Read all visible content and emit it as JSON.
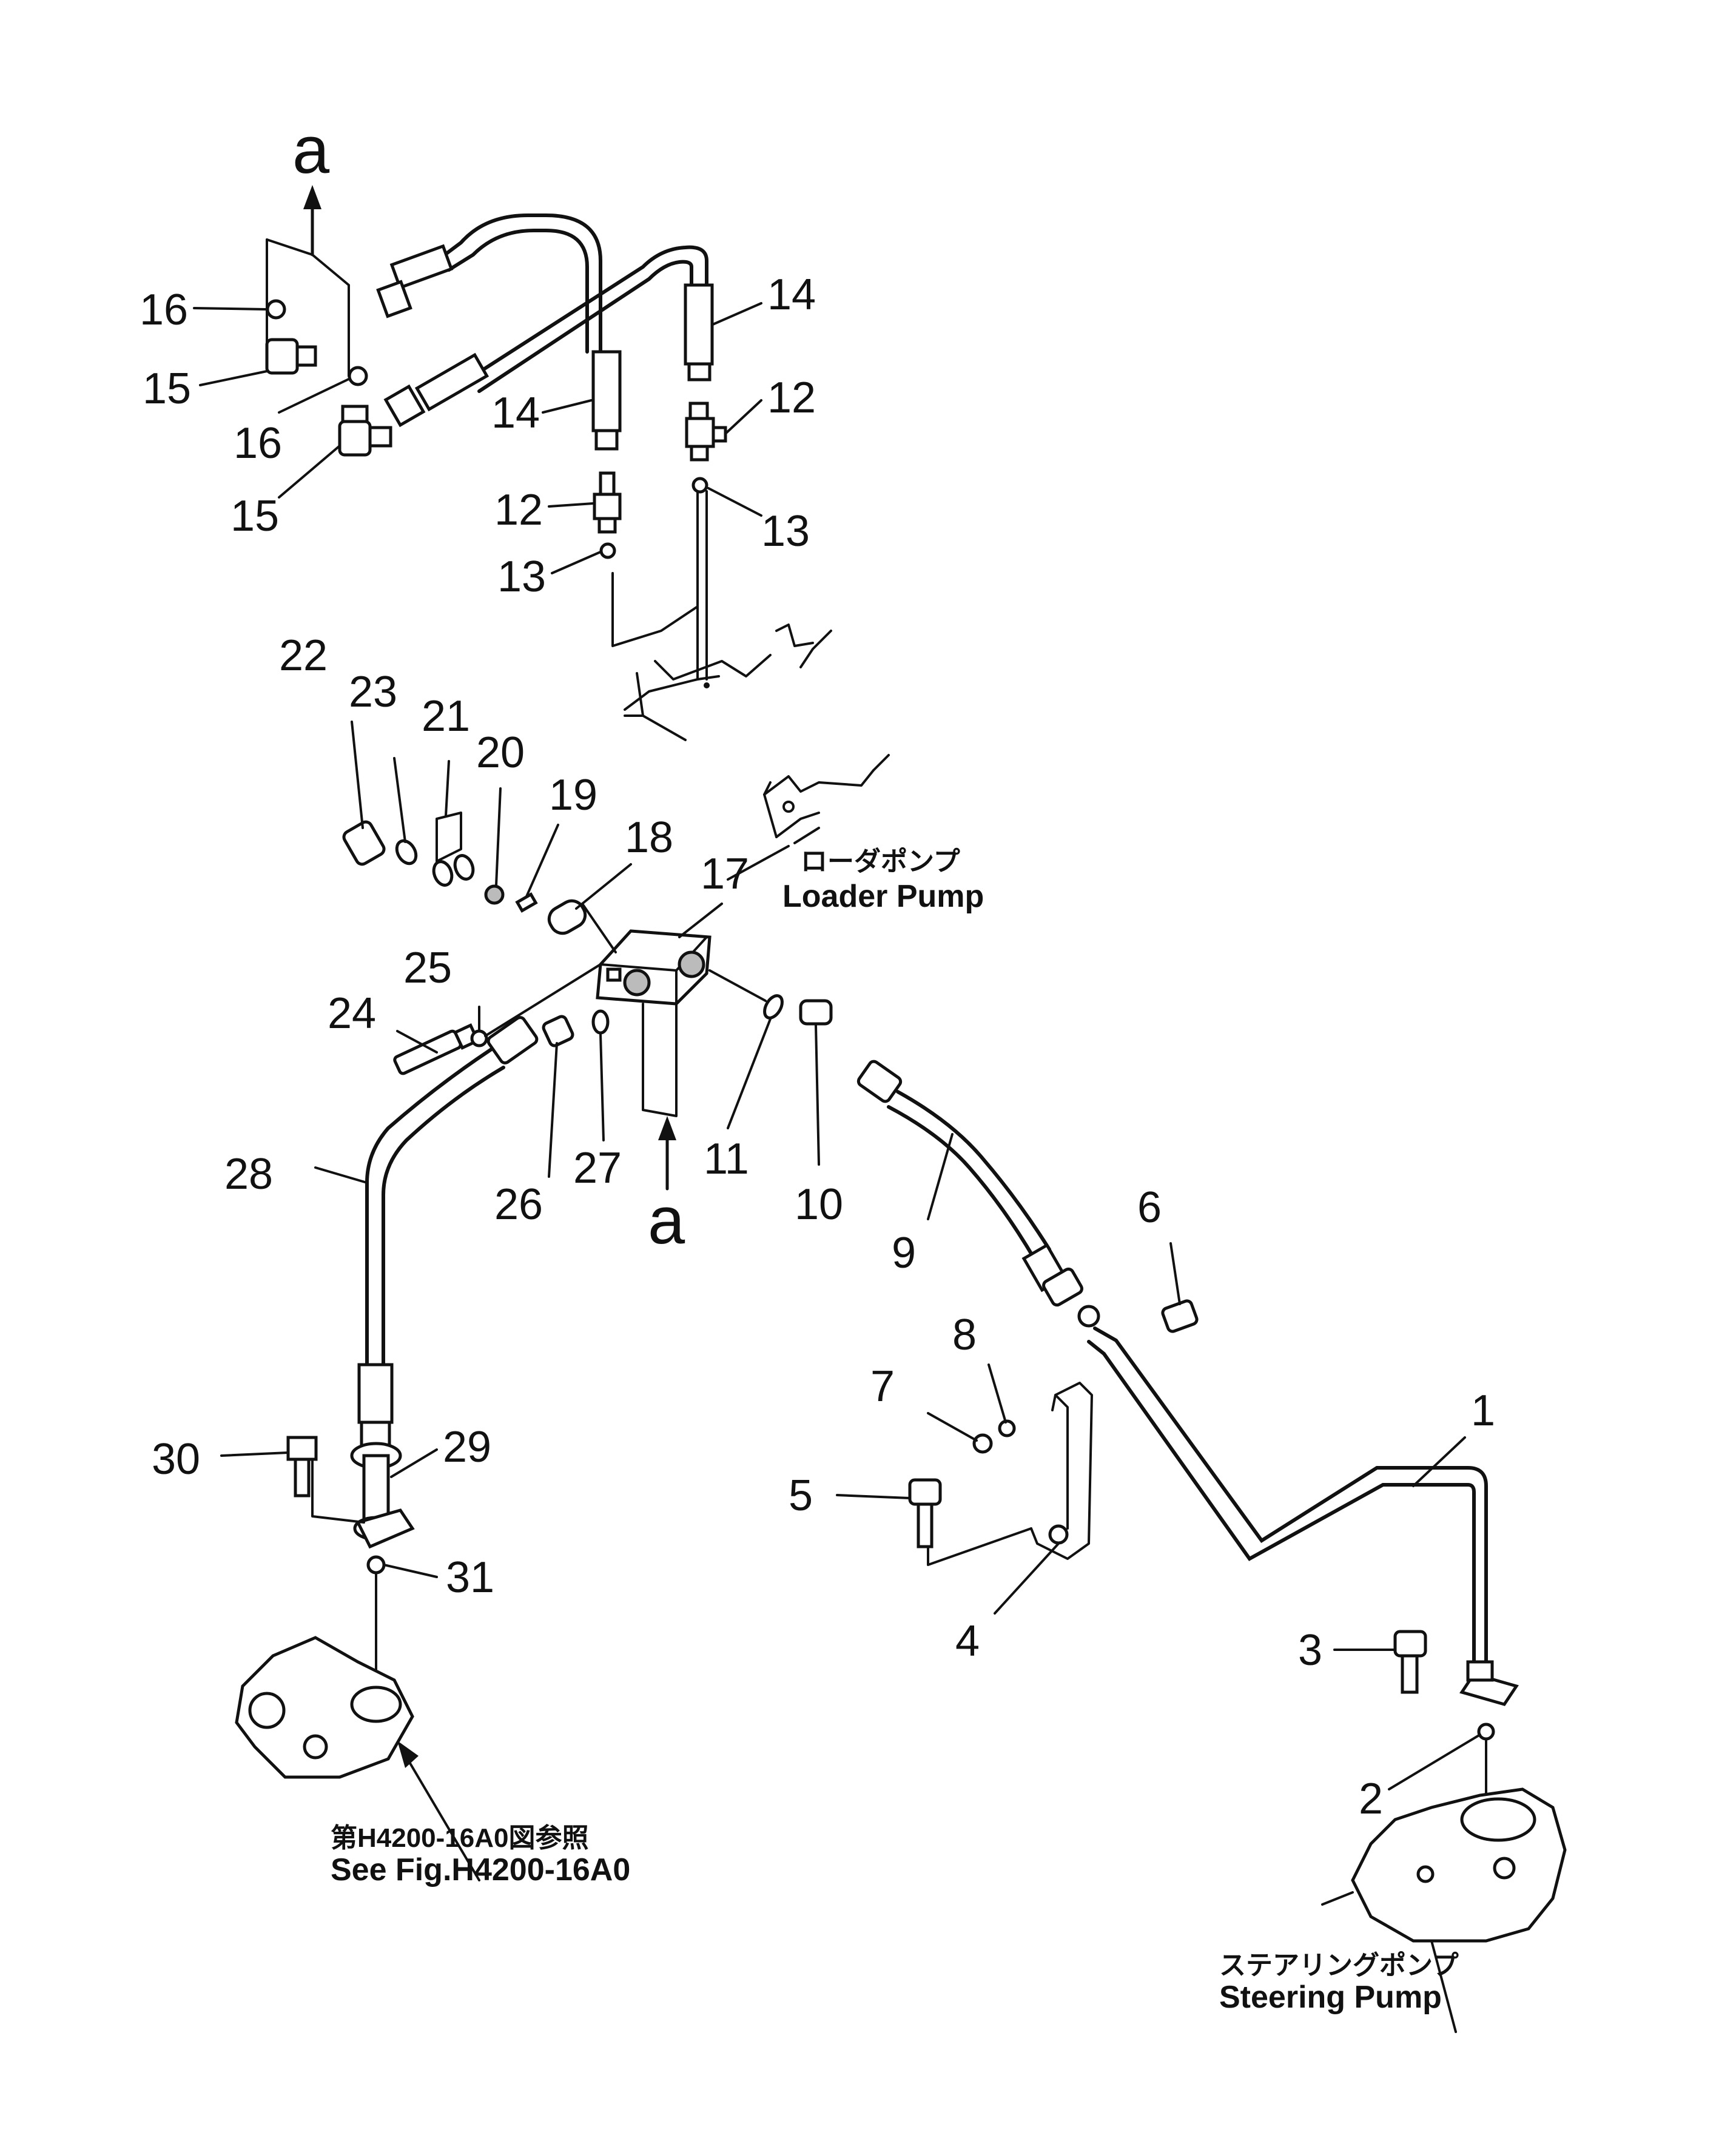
{
  "callouts": {
    "p1": "1",
    "p2": "2",
    "p3": "3",
    "p4": "4",
    "p5": "5",
    "p6": "6",
    "p7": "7",
    "p8": "8",
    "p9": "9",
    "p10": "10",
    "p11": "11",
    "p12a": "12",
    "p12b": "12",
    "p13a": "13",
    "p13b": "13",
    "p14a": "14",
    "p14b": "14",
    "p15a": "15",
    "p15b": "15",
    "p16a": "16",
    "p16b": "16",
    "p17": "17",
    "p18": "18",
    "p19": "19",
    "p20": "20",
    "p21": "21",
    "p22": "22",
    "p23": "23",
    "p24": "24",
    "p25": "25",
    "p26": "26",
    "p27": "27",
    "p28": "28",
    "p29": "29",
    "p30": "30",
    "p31": "31"
  },
  "connectors": {
    "a_top": "a",
    "a_mid": "a"
  },
  "labels": {
    "loader_pump_jp": "ローダポンプ",
    "loader_pump_en": "Loader Pump",
    "see_fig_jp": "第H4200-16A0図参照",
    "see_fig_en": "See Fig.H4200-16A0",
    "steering_pump_jp": "ステアリングポンプ",
    "steering_pump_en": "Steering Pump"
  }
}
